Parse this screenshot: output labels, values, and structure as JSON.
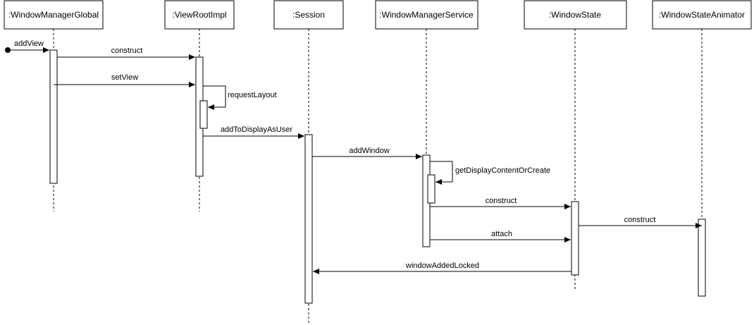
{
  "participants": [
    {
      "id": "wmg",
      "label": ":WindowManagerGlobal"
    },
    {
      "id": "vri",
      "label": ":ViewRootImpl"
    },
    {
      "id": "session",
      "label": ":Session"
    },
    {
      "id": "wms",
      "label": ":WindowManagerService"
    },
    {
      "id": "ws",
      "label": ":WindowState"
    },
    {
      "id": "wsa",
      "label": ":WindowStateAnimator"
    }
  ],
  "messages": [
    {
      "id": "m-addview",
      "label": "addView",
      "from": "found",
      "to": "wmg"
    },
    {
      "id": "m-construct-vri",
      "label": "construct",
      "from": "wmg",
      "to": "vri"
    },
    {
      "id": "m-setview",
      "label": "setView",
      "from": "wmg",
      "to": "vri"
    },
    {
      "id": "m-requestlayout",
      "label": "requestLayout",
      "from": "vri",
      "to": "vri"
    },
    {
      "id": "m-addtodisplay",
      "label": "addToDisplayAsUser",
      "from": "vri",
      "to": "session"
    },
    {
      "id": "m-addwindow",
      "label": "addWindow",
      "from": "session",
      "to": "wms"
    },
    {
      "id": "m-getdisplay",
      "label": "getDisplayContentOrCreate",
      "from": "wms",
      "to": "wms"
    },
    {
      "id": "m-construct-ws",
      "label": "construct",
      "from": "wms",
      "to": "ws"
    },
    {
      "id": "m-construct-wsa",
      "label": "construct",
      "from": "ws",
      "to": "wsa"
    },
    {
      "id": "m-attach",
      "label": "attach",
      "from": "wms",
      "to": "ws"
    },
    {
      "id": "m-windowadded",
      "label": "windowAddedLocked",
      "from": "ws",
      "to": "session"
    }
  ]
}
